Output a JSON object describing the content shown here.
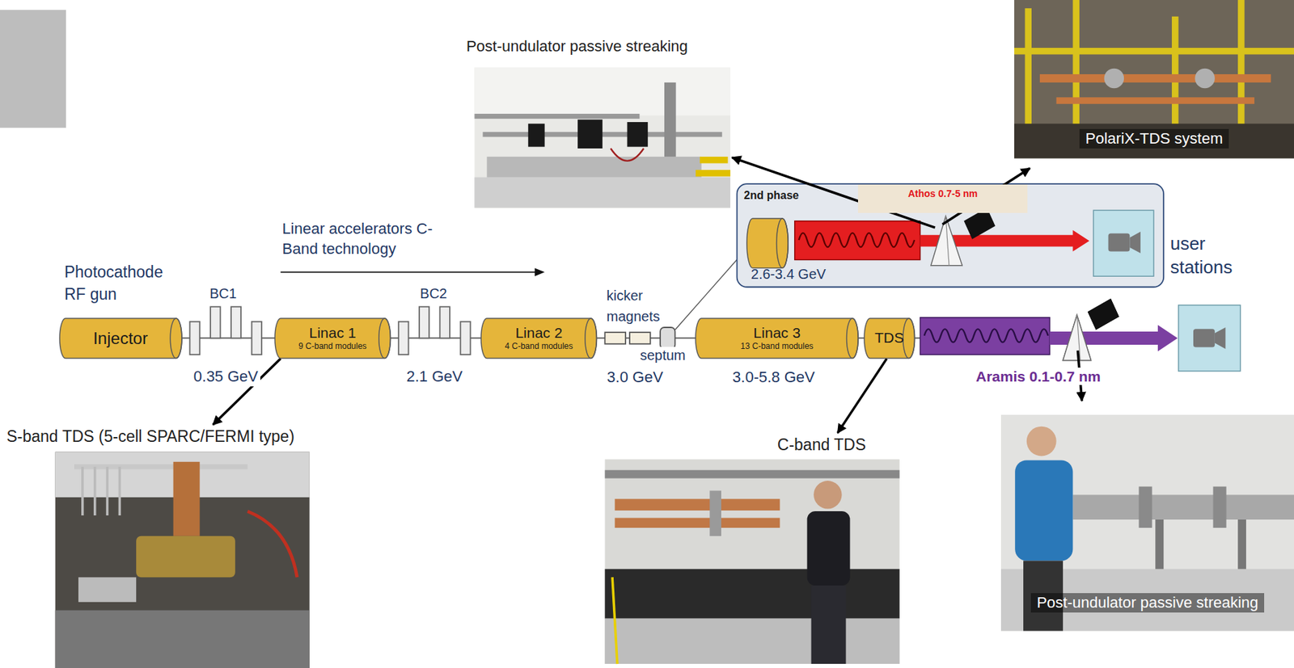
{
  "diagram": {
    "nodes": [
      {
        "text": [
          "Post-undulator passive streaking"
        ]
      },
      {
        "text": [
          "PolariX-TDS system"
        ]
      },
      {
        "text": [
          "2nd phase"
        ]
      },
      {
        "text": [
          "Athos 0.7-5 nm"
        ],
        "in": 2
      },
      {
        "text": [
          "Injector"
        ]
      },
      {
        "text": [
          "Linac 1",
          "9 C-band modules"
        ]
      },
      {
        "text": [
          "Linac 2",
          "4 C-band modules"
        ]
      },
      {
        "text": [
          "Linac 3",
          "13 C-band modules"
        ]
      },
      {
        "text": [
          "TDS"
        ]
      },
      {
        "text": [
          "Post-undulator passive streaking"
        ]
      },
      {
        "text": [
          "S-band TDS (5-cell SPARC/FERMI type)"
        ]
      },
      {
        "text": [
          "C-band TDS"
        ]
      }
    ],
    "edges": [
      {
        "from": 5,
        "to": 10,
        "arrow": "to"
      },
      {
        "from": 8,
        "to": 11,
        "arrow": "to"
      }
    ],
    "labels": [
      "Linear accelerators C-Band technology",
      "Photocathode RF gun",
      "BC1",
      "BC2",
      "0.35 GeV",
      "2.1 GeV",
      "kicker magnets",
      "septum",
      "3.0 GeV",
      "3.0-5.8 GeV",
      "2.6-3.4 GeV",
      "user stations",
      "Aramis 0.1-0.7 nm"
    ]
  }
}
